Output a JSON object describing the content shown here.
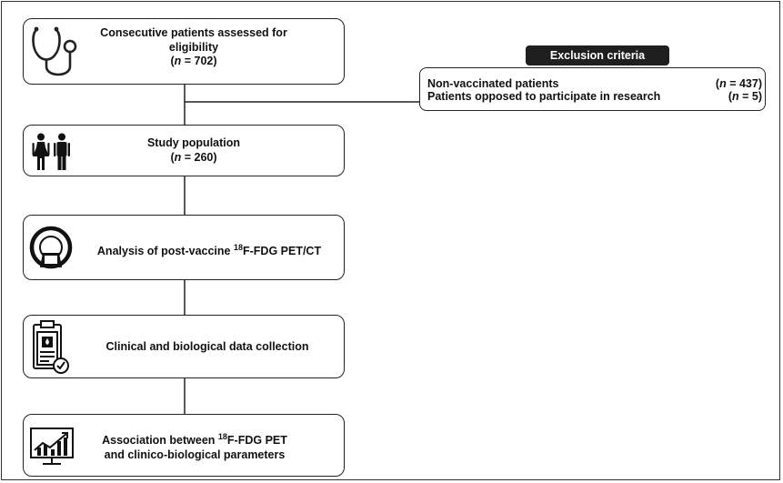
{
  "boxes": {
    "eligibility": {
      "line1": "Consecutive patients assessed for",
      "line2": "eligibility",
      "n_symbol": "n",
      "n_value": " = 702"
    },
    "study_population": {
      "line1": "Study population",
      "n_symbol": "n",
      "n_value": " = 260"
    },
    "analysis": {
      "prefix": "Analysis of post-vaccine ",
      "superscript": "18",
      "suffix": "F-FDG PET/CT"
    },
    "clinical": {
      "line1": "Clinical and biological data collection"
    },
    "association": {
      "prefix": "Association between ",
      "superscript": "18",
      "suffix": "F-FDG PET",
      "line2": "and clinico-biological parameters"
    }
  },
  "exclusion": {
    "title": "Exclusion criteria",
    "items": [
      {
        "label": "Non-vaccinated patients",
        "n_symbol": "n",
        "n_value": " = 437"
      },
      {
        "label": "Patients opposed to participate in research",
        "n_symbol": "n",
        "n_value": " = 5"
      }
    ]
  },
  "icons": [
    "stethoscope-icon",
    "people-icon",
    "pet-scanner-icon",
    "clipboard-icon",
    "chart-monitor-icon"
  ]
}
